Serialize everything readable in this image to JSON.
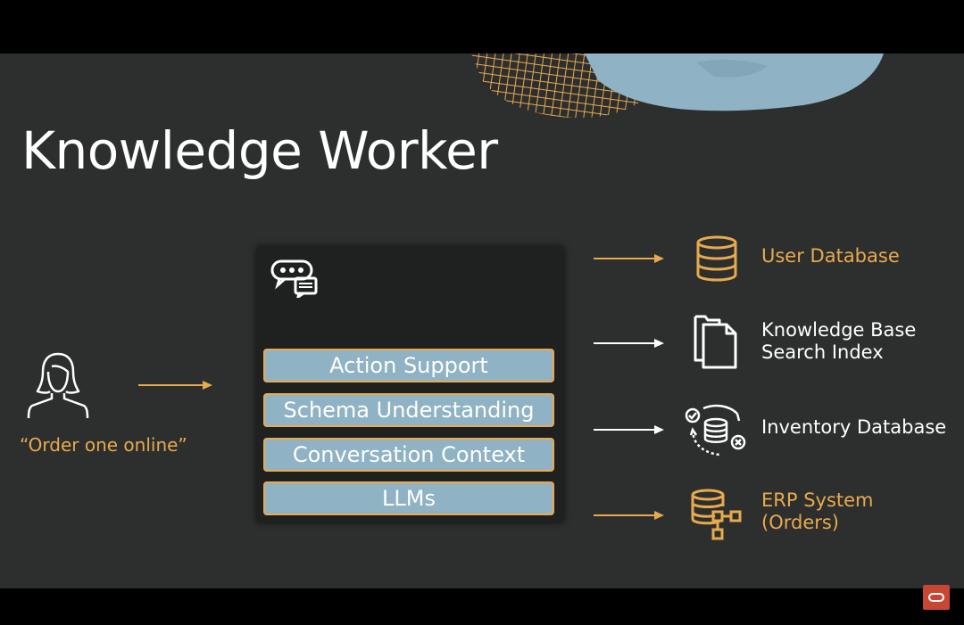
{
  "slide": {
    "title": "Knowledge Worker",
    "quote": "“Order one online”"
  },
  "assistant": {
    "layers": [
      "Action Support",
      "Schema Understanding",
      "Conversation Context",
      "LLMs"
    ]
  },
  "targets": [
    {
      "line1": "User Database",
      "line2": "",
      "icon": "database-icon"
    },
    {
      "line1": "Knowledge Base",
      "line2": "Search Index",
      "icon": "documents-icon"
    },
    {
      "line1": "Inventory Database",
      "line2": "",
      "icon": "inventory-cycle-icon"
    },
    {
      "line1": "ERP System",
      "line2": "(Orders)",
      "icon": "erp-hierarchy-icon"
    }
  ],
  "colors": {
    "accent": "#e9a94e",
    "background": "#2c2f2e",
    "layer_fill": "#8fb3c4",
    "brand": "#c74634"
  }
}
